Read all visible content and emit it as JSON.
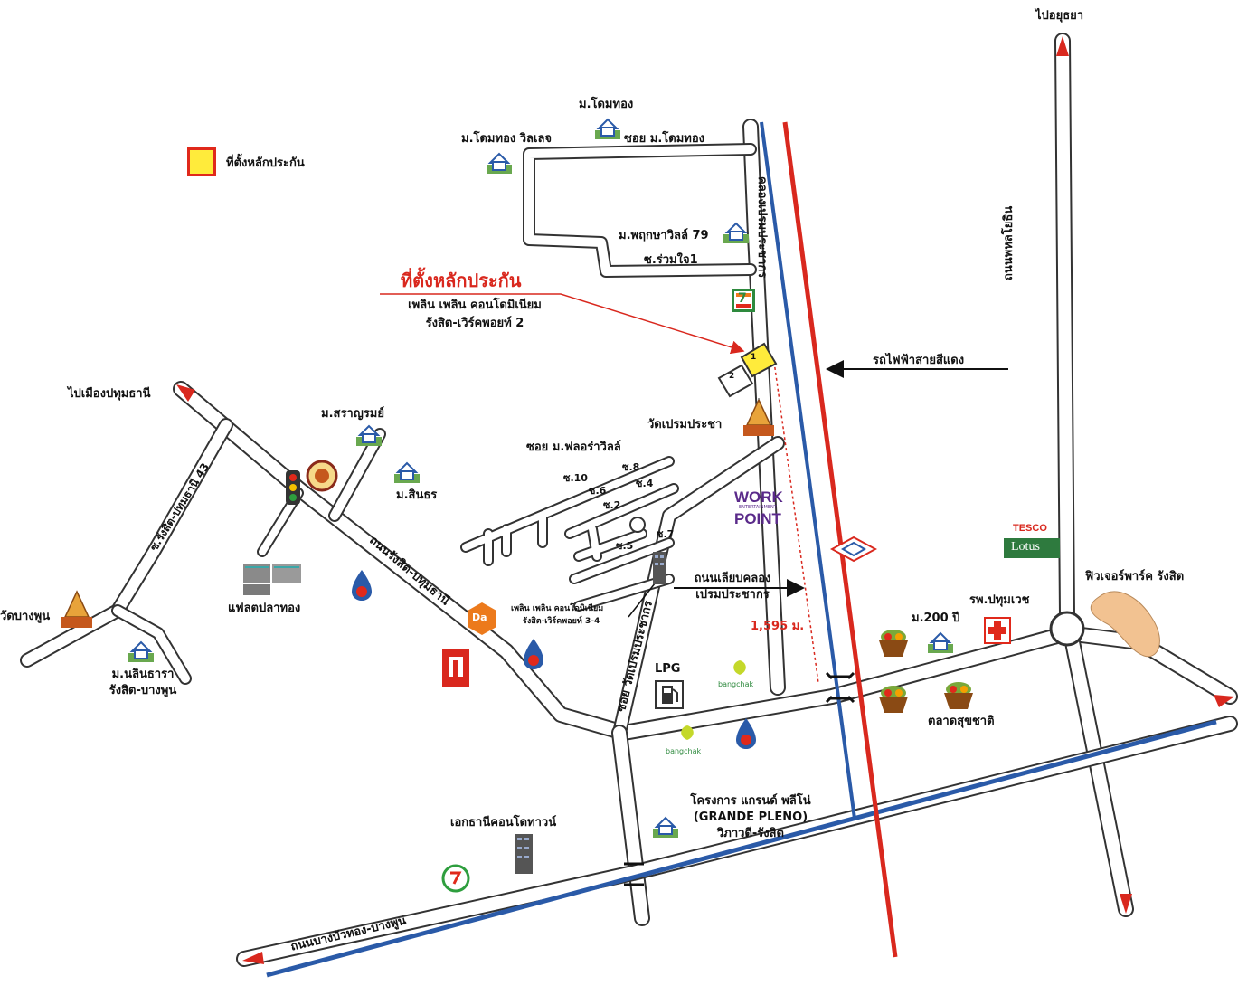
{
  "legend": {
    "label": "ที่ตั้งหลักประกัน",
    "color": "#ffeb3b",
    "border": "#e0291b"
  },
  "site": {
    "title": "ที่ตั้งหลักประกัน",
    "line1": "เพลิน เพลิน คอนโดมิเนียม",
    "line2": "รังสิต-เวิร์คพอยท์ 2",
    "bldg1": "1",
    "bldg2": "2"
  },
  "labels": {
    "to_ayutthaya": "ไปอยุธยา",
    "to_pathumthani": "ไปเมืองปทุมธานี",
    "phahon_road": "ถนนพหลโยธิน",
    "canal": "คลองเปรมประชากร",
    "red_line": "รถไฟฟ้าสายสีแดง",
    "rangsit_pathum_road": "ถนนรังสิต-ปทุมธานี",
    "soi_rangsit_43": "ซ.รังสิต-ปทุมธานี 43",
    "soi_wat_prem": "ซอย วัดเปรมประชากร",
    "canal_side_road_1": "ถนนเลียบคลอง",
    "canal_side_road_2": "เปรมประชากร",
    "distance": "1,595 ม.",
    "bangbuathong_road": "ถนนบางบัวทอง-บางพูน",
    "soi_ruamjai": "ซ.ร่วมใจ1",
    "soi_domthong": "ซอย ม.โดมทอง",
    "soi_flora": "ซอย ม.ฟลอร่าวิลล์",
    "s10": "ซ.10",
    "s8": "ซ.8",
    "s6": "ซ.6",
    "s4": "ซ.4",
    "s2": "ซ.2",
    "s5": "ซ.5",
    "s7": "ซ.7"
  },
  "places": {
    "domthong": "ม.โดมทอง",
    "domthong_villa": "ม.โดมทอง วิลเลจ",
    "pruksa79": "ม.พฤกษาวิลล์ 79",
    "wat_prem": "วัดเปรมประชา",
    "saranrom": "ม.สราญรมย์",
    "sinthon": "ม.สินธร",
    "flat_plathong": "แฟลตปลาทอง",
    "wat_bangphun": "วัดบางพูน",
    "nalinthara_1": "ม.นลินธารา",
    "nalinthara_2": "รังสิต-บางพูน",
    "plearn34_1": "เพลิน เพลิน คอนโดมิเนียม",
    "plearn34_2": "รังสิต-เวิร์คพอยท์ 3-4",
    "lpg": "LPG",
    "m200": "ม.200 ปี",
    "pathumvej": "รพ.ปทุมเวช",
    "talad_sukchat": "ตลาดสุขชาติ",
    "future_park": "ฟิวเจอร์พาร์ค รังสิต",
    "grande_1": "โครงการ แกรนด์ พลีโน่",
    "grande_2": "(GRANDE PLENO)",
    "grande_3": "วิภาวดี-รังสิต",
    "ekthani": "เอกธานีคอนโดทาวน์"
  },
  "brands": {
    "workpoint_1": "WORK",
    "workpoint_2": "ENTERTAINMENT",
    "workpoint_3": "POINT",
    "tesco": "TESCO",
    "lotus": "Lotus",
    "bangchak": "bangchak",
    "dd": "Da",
    "seven": "7"
  },
  "colors": {
    "road": "#ffffff",
    "road_edge": "#333333",
    "red_line": "#d9281e",
    "blue": "#2a5aa8",
    "arrow_red": "#d9281e",
    "arrow_blue": "#2a5aa8"
  },
  "icons": [
    "village-icon",
    "temple-icon",
    "traffic-light-icon",
    "seal-icon",
    "building-icon",
    "ptt-icon",
    "dd-icon",
    "isuzu-icon",
    "gas-pump-icon",
    "bangchak-icon",
    "market-basket-icon",
    "hospital-icon",
    "seven-eleven-icon",
    "station-icon",
    "tower-icon",
    "pt-icon"
  ]
}
